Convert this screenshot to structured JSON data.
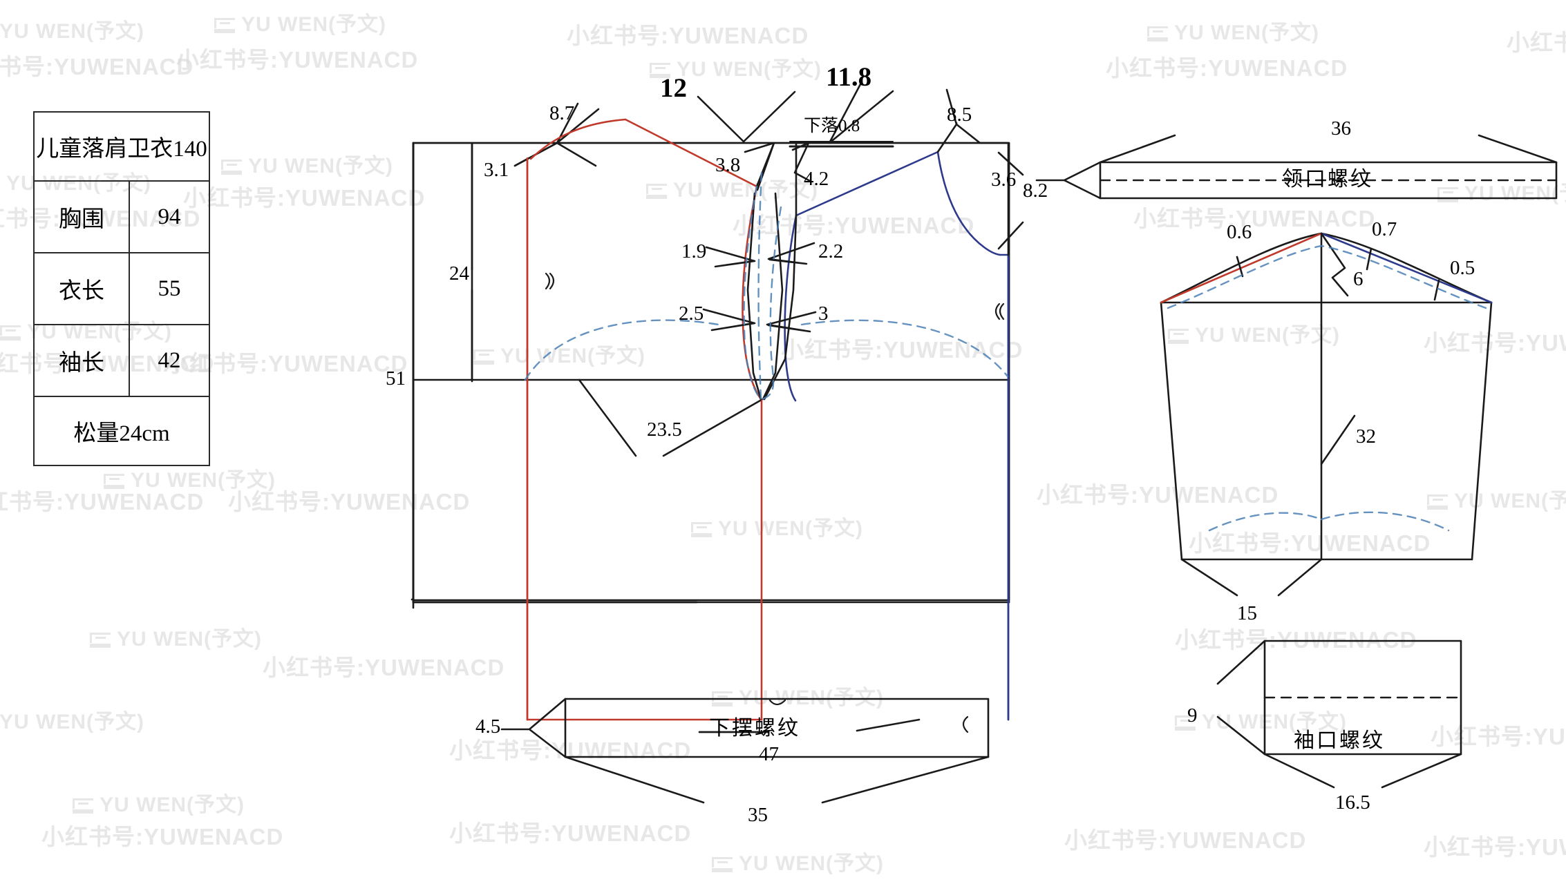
{
  "spec_table": {
    "title": "儿童落肩卫衣140",
    "rows": [
      {
        "label": "胸围",
        "value": "94"
      },
      {
        "label": "衣长",
        "value": "55"
      },
      {
        "label": "袖长",
        "value": "42"
      }
    ],
    "note": "松量24cm"
  },
  "body_block": {
    "labels": {
      "shoulder_8_7": "8.7",
      "front_neck_12": "12",
      "back_neck_11_8": "11.8",
      "drop_note": "下落0.8",
      "shoulder_8_5": "8.5",
      "neck_depth_3_1": "3.1",
      "front_3_8": "3.8",
      "back_4_2": "4.2",
      "armhole_8_2": "8.2",
      "dart_1_9": "1.9",
      "dart_2_2": "2.2",
      "dart_2_5": "2.5",
      "dart_3": "3",
      "chest_depth_24": "24",
      "total_len_51": "51",
      "half_chest_23_5": "23.5",
      "hem_47": "47"
    }
  },
  "collar_rib": {
    "name": "领口螺纹",
    "width": "36",
    "height": "3.6"
  },
  "sleeve": {
    "labels": {
      "front_cap_ease_0_6": "0.6",
      "back_cap_ease_0_7": "0.7",
      "back_cap_ease_0_5": "0.5",
      "cap_height_6": "6",
      "sleeve_len_32": "32",
      "cuff_half_15": "15"
    }
  },
  "hem_rib": {
    "name": "下摆螺纹",
    "height": "4.5",
    "width": "35"
  },
  "cuff_rib": {
    "name": "袖口螺纹",
    "height": "9",
    "width": "16.5"
  },
  "watermark": {
    "brand": "YU WEN(予文)",
    "handle": "小红书号:YUWENACD"
  },
  "colors": {
    "outline": "#1a1a1a",
    "front_red": "#c0392b",
    "back_blue": "#2d3a8c",
    "dashed_blue": "#4a7fb5",
    "watermark": "#d9d9d9"
  }
}
